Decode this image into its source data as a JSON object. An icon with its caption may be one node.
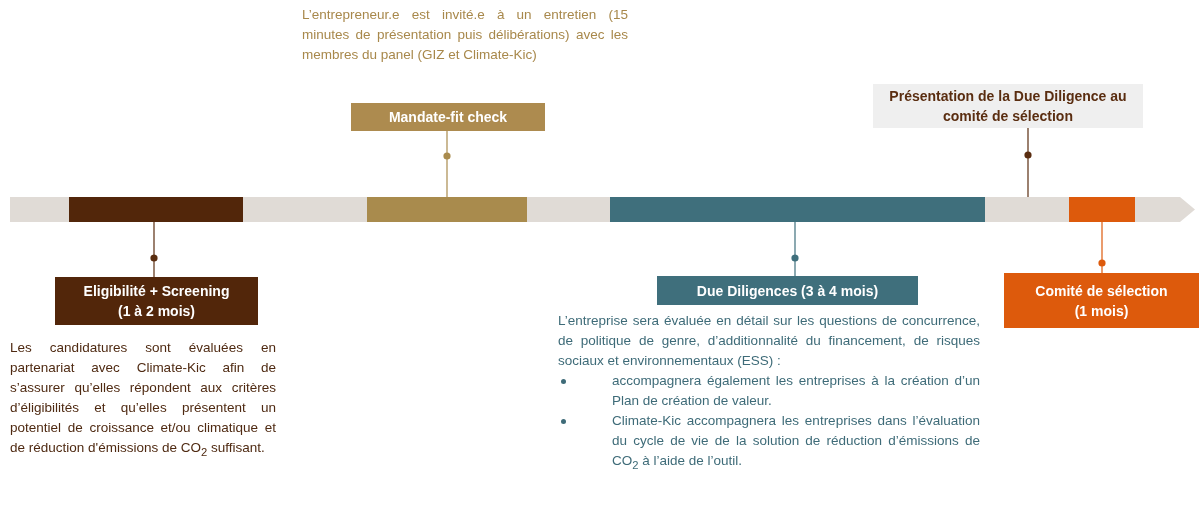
{
  "diagram": {
    "nodes": [
      {
        "text": [
          "Mandate-fit check"
        ],
        "beside": [
          "L’entrepreneur.e est invité.e à un entretien (15 minutes de présentation puis délibérations) avec les membres du panel (GIZ et Climate-Kic)"
        ]
      },
      {
        "text": [
          "Présentation de la Due Diligence au comité de sélection"
        ]
      },
      {
        "text": [],
        "shape": "arrow"
      },
      {
        "text": [],
        "shape": "bar",
        "in": 2
      },
      {
        "text": [],
        "shape": "bar",
        "in": 2
      },
      {
        "text": [],
        "shape": "bar",
        "in": 2
      },
      {
        "text": [],
        "shape": "bar",
        "in": 2
      },
      {
        "text": [
          "Eligibilité + Screening (1 à 2 mois)"
        ],
        "beside": [
          "Les candidatures sont évaluées en partenariat avec Climate-Kic afin de s’assurer qu’elles répondent aux critères d’éligibilités et qu’elles présentent un potentiel de croissance et/ou climatique et de réduction d'émissions de CO$_{2}$ suffisant."
        ]
      },
      {
        "text": [
          "Due Diligences (3 à 4 mois)"
        ],
        "beside": [
          "L’entreprise sera évaluée en détail sur les questions de concurrence, de politique de genre, d’additionnalité du financement, de risques sociaux et environnementaux (ESS) :",
          "accompagnera également les entreprises à la création d’un Plan de création de valeur.",
          "Climate-Kic accompagnera les entreprises dans l’évaluation du cycle de vie de la solution de réduction d’émissions de CO$_{2}$ à l’aide de l’outil."
        ]
      },
      {
        "text": [
          "Comité de sélection (1 mois)"
        ]
      }
    ],
    "edges": [
      {
        "from": 0,
        "to": 4,
        "arrow": "other",
        "color": "#a98b4d"
      },
      {
        "from": 1,
        "to": 2,
        "arrow": "other",
        "color": "#5a2d10"
      },
      {
        "from": 7,
        "to": 3,
        "arrow": "other",
        "color": "#5a2d10"
      },
      {
        "from": 8,
        "to": 5,
        "arrow": "other",
        "color": "#3f6f7c"
      },
      {
        "from": 9,
        "to": 6,
        "arrow": "other",
        "color": "#dd5a0c"
      }
    ]
  }
}
